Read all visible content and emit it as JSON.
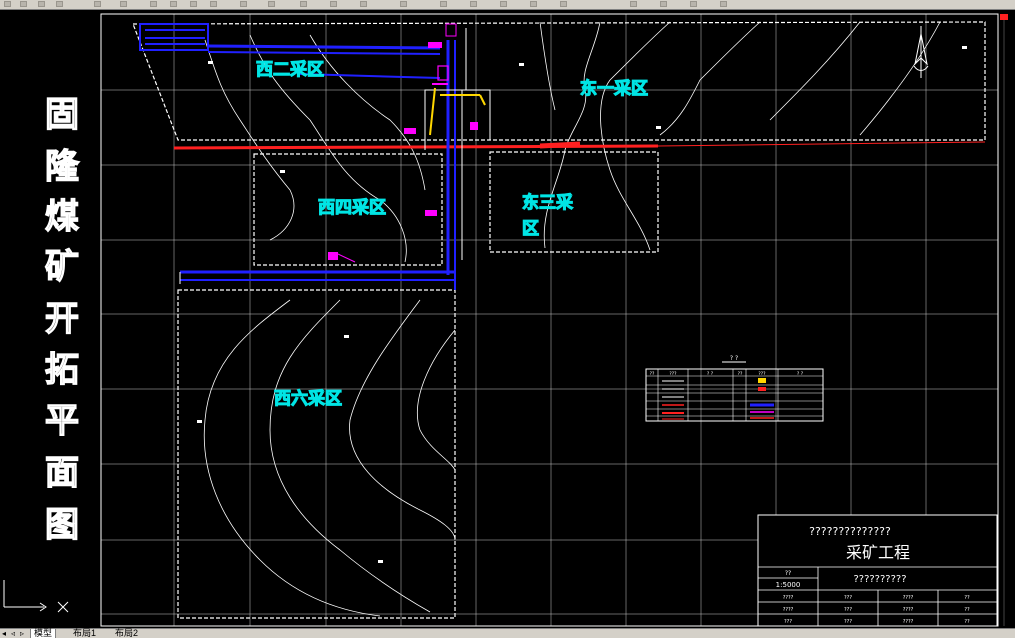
{
  "drawing": {
    "vertical_title": [
      "固",
      "隆",
      "煤",
      "矿",
      "开",
      "拓",
      "平",
      "面",
      "图"
    ],
    "zones": {
      "west2": "西二采区",
      "east1": "东一采区",
      "west4": "西四采区",
      "east3a": "东三采",
      "east3b": "区",
      "west6": "西六采区"
    },
    "title_block": {
      "header": "??????????????",
      "company": "采矿工程",
      "drawing_name": "??????????",
      "scale_label": "??",
      "scale": "1:5000",
      "rows": [
        [
          "????",
          "???",
          "????",
          "??"
        ],
        [
          "????",
          "???",
          "????",
          "??"
        ],
        [
          "???",
          "???",
          "????",
          "??"
        ]
      ]
    },
    "legend": {
      "title": "? ?",
      "headers": [
        "??",
        "???",
        "? ?",
        "??",
        "???",
        "? ?"
      ]
    },
    "colors": {
      "background": "#000000",
      "grid": "#ffffff",
      "zone_text": "#00e5e5",
      "roadway_blue": "#2020ff",
      "roadway_red": "#ff2020",
      "accent_magenta": "#ff00ff",
      "accent_yellow": "#ffd700"
    }
  },
  "ui": {
    "ucs_icon": "ucs-icon",
    "north_arrow": "north-arrow-icon",
    "tabs": [
      "模型",
      "布局1",
      "布局2"
    ]
  }
}
